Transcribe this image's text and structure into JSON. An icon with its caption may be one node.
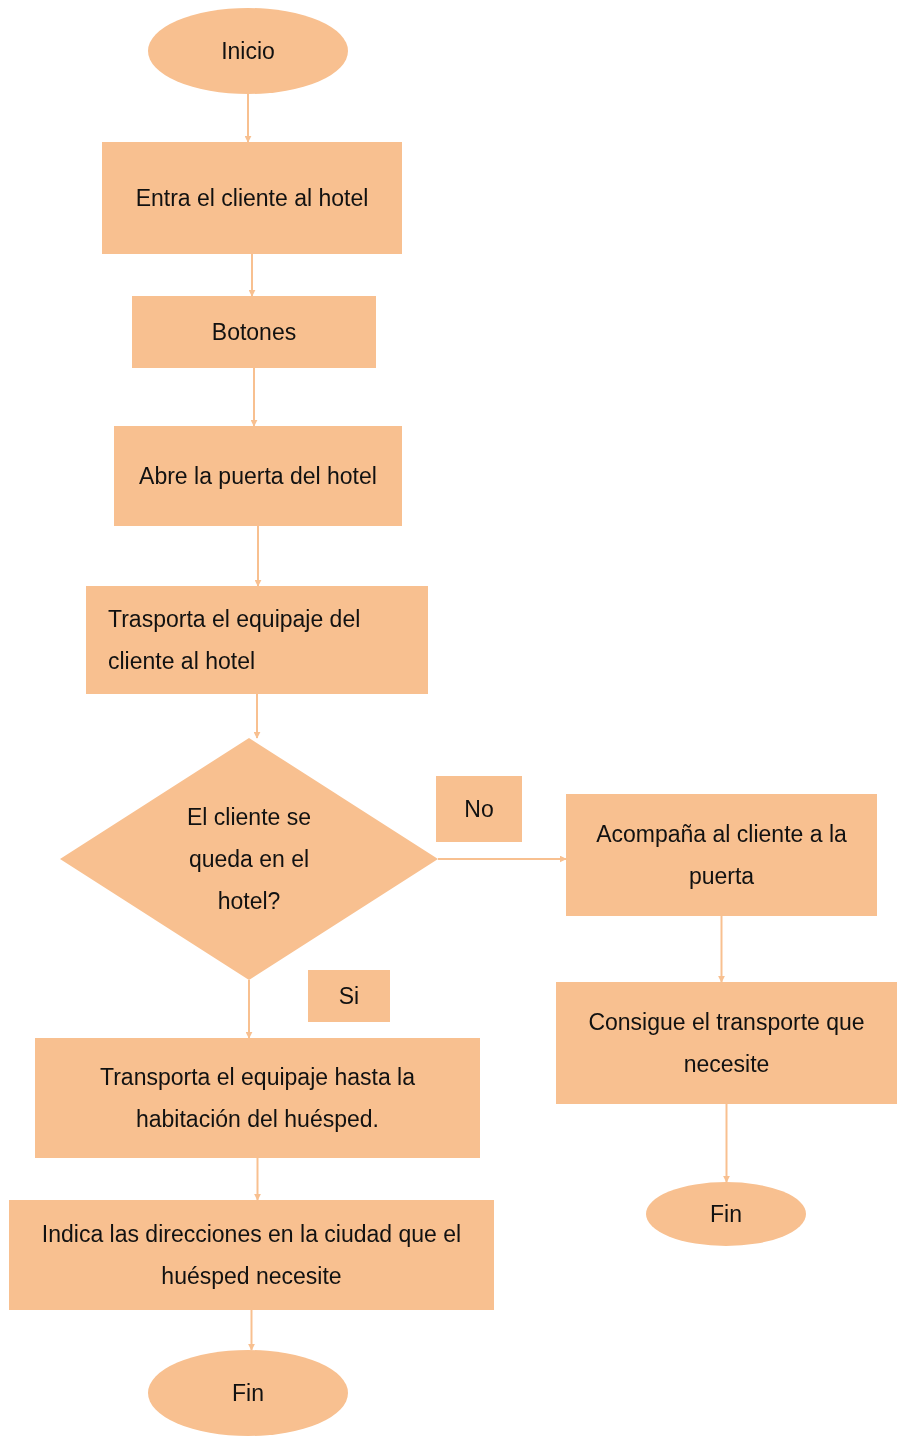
{
  "diagram": {
    "nodes": [
      {
        "text": [
          "Inicio"
        ]
      },
      {
        "text": [
          "Entra el cliente al hotel"
        ]
      },
      {
        "text": [
          "Botones"
        ]
      },
      {
        "text": [
          "Abre la puerta del hotel"
        ]
      },
      {
        "text": [
          "Trasporta el equipaje del cliente al hotel"
        ]
      },
      {
        "text": [
          "El cliente se queda en el hotel?"
        ]
      },
      {
        "text": [
          "No"
        ]
      },
      {
        "text": [
          "Acompaña al cliente a la puerta"
        ]
      },
      {
        "text": [
          "Si"
        ]
      },
      {
        "text": [
          "Consigue el transporte que necesite"
        ]
      },
      {
        "text": [
          "Transporta el equipaje hasta la habitación del huésped."
        ]
      },
      {
        "text": [
          "Fin"
        ]
      },
      {
        "text": [
          "Indica las direcciones en la ciudad que el huésped necesite"
        ]
      },
      {
        "text": [
          "Fin"
        ]
      }
    ],
    "edges": [
      {
        "from": 0,
        "to": 1,
        "arrow": "to"
      },
      {
        "from": 1,
        "to": 2,
        "arrow": "to"
      },
      {
        "from": 2,
        "to": 3,
        "arrow": "to"
      },
      {
        "from": 3,
        "to": 4,
        "arrow": "to"
      },
      {
        "from": 4,
        "to": 5,
        "arrow": "to"
      },
      {
        "from": 5,
        "to": 7,
        "arrow": "to"
      },
      {
        "from": 7,
        "to": 9,
        "arrow": "to"
      },
      {
        "from": 9,
        "to": 11,
        "arrow": "to"
      },
      {
        "from": 5,
        "to": 10,
        "arrow": "to"
      },
      {
        "from": 10,
        "to": 12,
        "arrow": "to"
      },
      {
        "from": 12,
        "to": 13,
        "arrow": "to"
      }
    ]
  }
}
